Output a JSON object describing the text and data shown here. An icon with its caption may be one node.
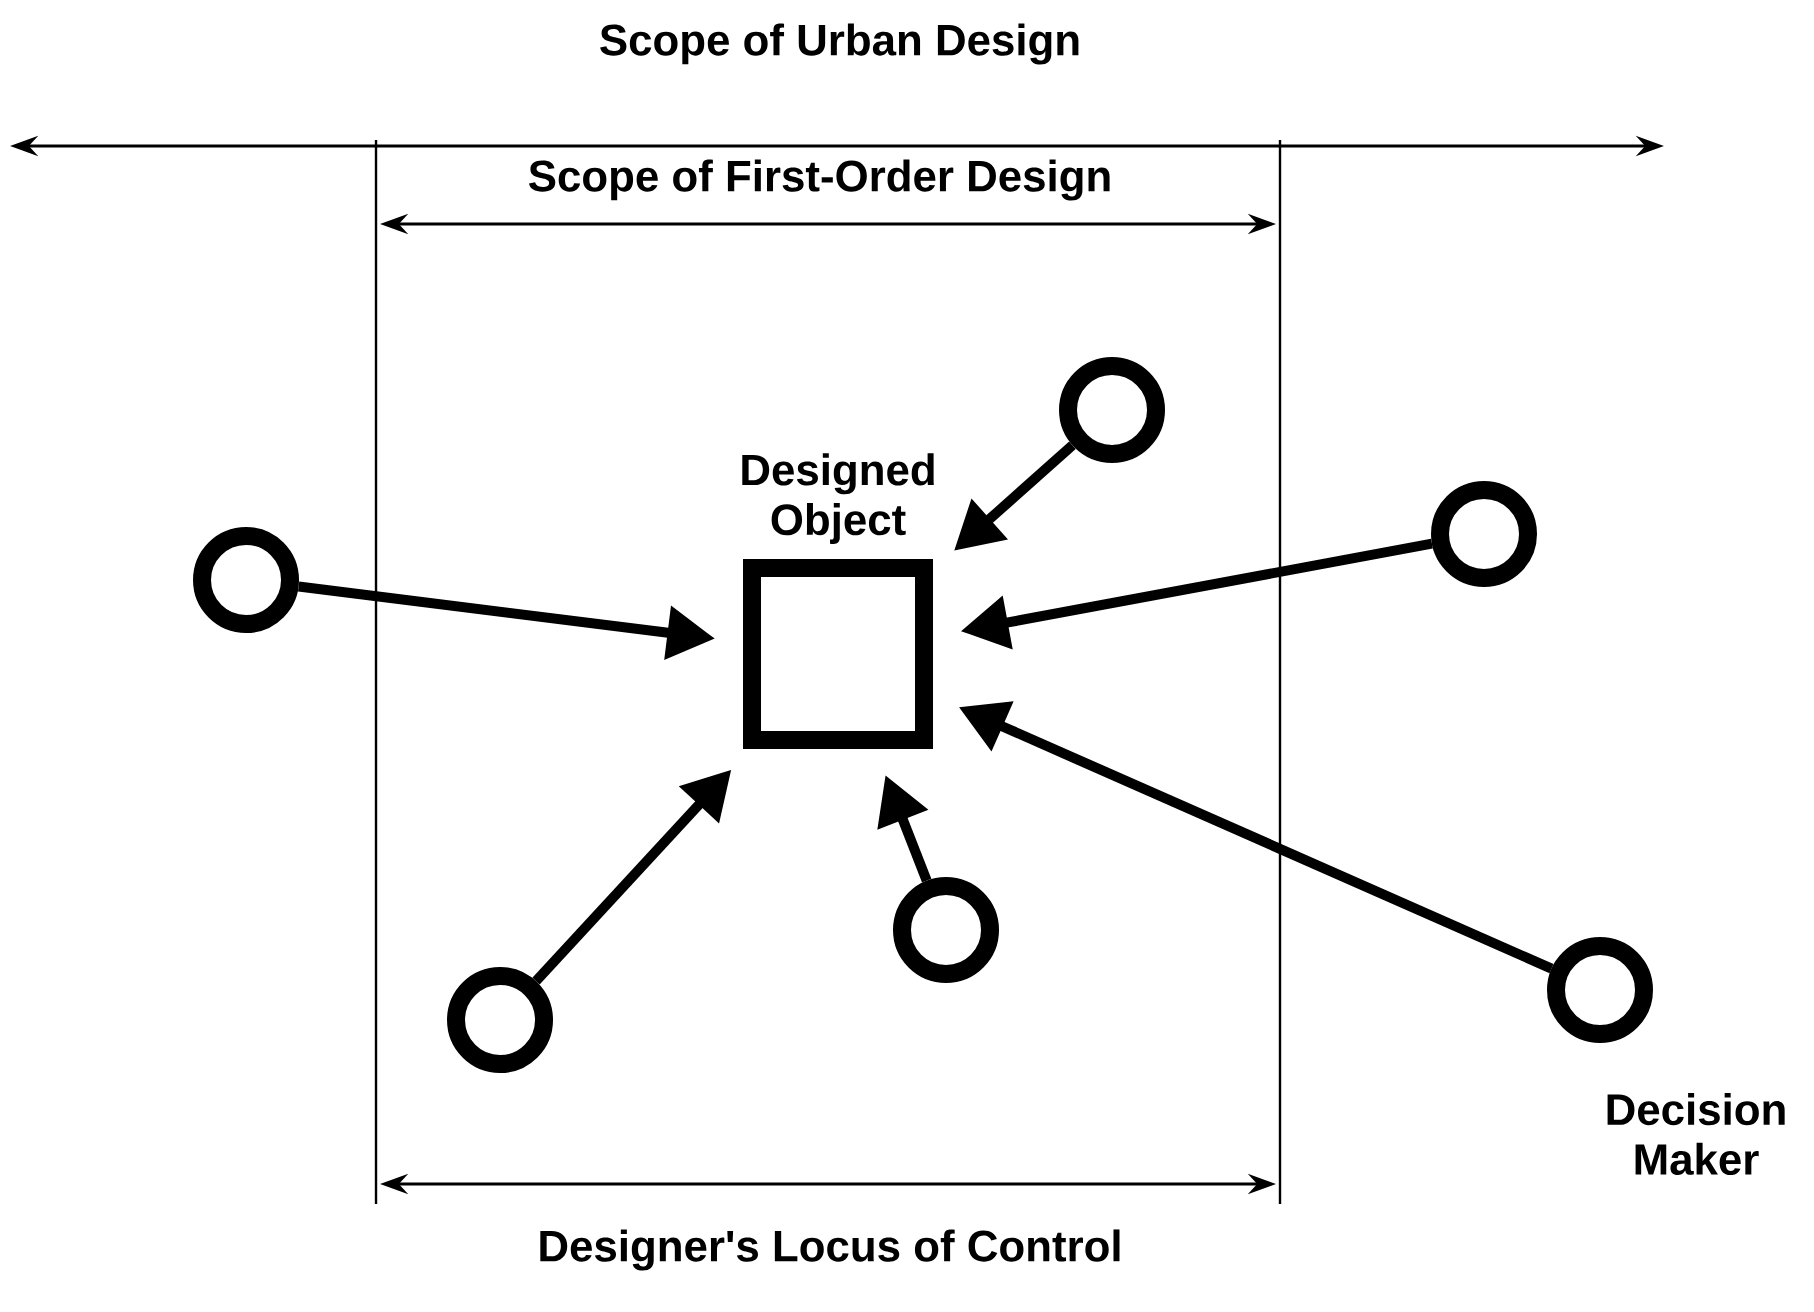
{
  "diagram": {
    "nodes": [
      {
        "text": [
          "Designed Object"
        ]
      },
      {
        "text": [],
        "shape": "circle"
      },
      {
        "text": [],
        "shape": "circle"
      },
      {
        "text": [],
        "shape": "circle"
      },
      {
        "text": [],
        "shape": "circle"
      },
      {
        "text": [],
        "shape": "circle"
      },
      {
        "text": [],
        "shape": "circle",
        "beside": [
          "Decision Maker"
        ]
      }
    ],
    "edges": [
      {
        "from": 1,
        "to": 0,
        "arrow": "to"
      },
      {
        "from": 2,
        "to": 0,
        "arrow": "to"
      },
      {
        "from": 3,
        "to": 0,
        "arrow": "to"
      },
      {
        "from": 4,
        "to": 0,
        "arrow": "to"
      },
      {
        "from": 5,
        "to": 0,
        "arrow": "to"
      },
      {
        "from": 6,
        "to": 0,
        "arrow": "to"
      }
    ],
    "labels": [
      "Scope of Urban Design",
      "Scope of First-Order Design",
      "Designer's Locus of Control"
    ]
  }
}
